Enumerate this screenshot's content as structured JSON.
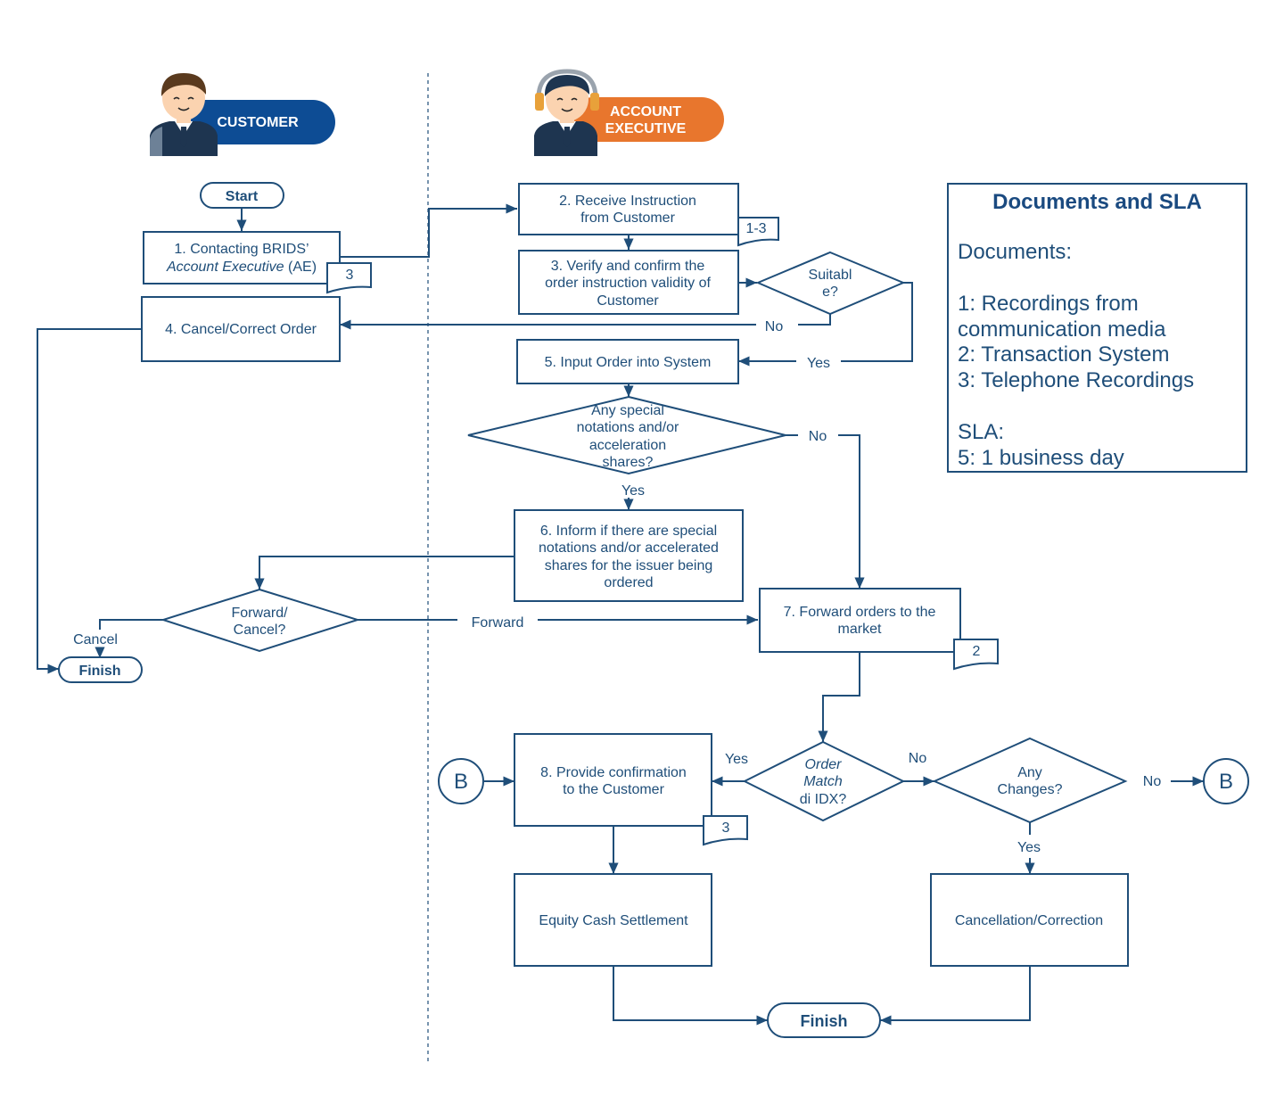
{
  "roles": {
    "customer": "CUSTOMER",
    "account_executive_line1": "ACCOUNT",
    "account_executive_line2": "EXECUTIVE"
  },
  "nodes": {
    "start": "Start",
    "finish": "Finish",
    "step1_line1": "1. Contacting BRIDS’",
    "step1_line2_italic": "Account Executive",
    "step1_line2_rest": " (AE)",
    "step2_line1": "2. Receive Instruction",
    "step2_line2": "from Customer",
    "step3_line1": "3. Verify and confirm the",
    "step3_line2": "order instruction validity of",
    "step3_line3": "Customer",
    "step4": "4. Cancel/Correct Order",
    "step5": "5. Input Order into System",
    "step6_line1": "6. Inform if there are special",
    "step6_line2": "notations and/or accelerated",
    "step6_line3": "shares for the issuer being",
    "step6_line4": "ordered",
    "step7_line1": "7. Forward orders to the",
    "step7_line2": "market",
    "step8_line1": "8. Provide confirmation",
    "step8_line2": "to the Customer",
    "equity": "Equity Cash Settlement",
    "cancellation": "Cancellation/Correction",
    "connector": "B"
  },
  "decisions": {
    "suitable_line1": "Suitabl",
    "suitable_line2": "e?",
    "special_line1": "Any special",
    "special_line2": "notations and/or",
    "special_line3": "acceleration",
    "special_line4": "shares?",
    "forward_line1": "Forward/",
    "forward_line2": "Cancel?",
    "match_line1": "Order",
    "match_line2": "Match",
    "match_line3": "di IDX?",
    "changes_line1": "Any",
    "changes_line2": "Changes?"
  },
  "edge_labels": {
    "no": "No",
    "yes": "Yes",
    "cancel": "Cancel",
    "forward": "Forward"
  },
  "doc_refs": {
    "step1": "3",
    "step2": "1-3",
    "step7": "2",
    "step8": "3"
  },
  "documents_panel": {
    "title": "Documents and SLA",
    "documents_heading": "Documents:",
    "doc1_line1": "1: Recordings from",
    "doc1_line2": "communication media",
    "doc2": "2: Transaction System",
    "doc3": "3: Telephone Recordings",
    "sla_heading": "SLA:",
    "sla1": "5: 1 business day"
  },
  "colors": {
    "line": "#1f4e79",
    "customer_pill": "#0d4c94",
    "ae_pill": "#e8762d",
    "skin": "#fbd3b0",
    "hair": "#5a3a1e",
    "suit": "#1e3550"
  }
}
